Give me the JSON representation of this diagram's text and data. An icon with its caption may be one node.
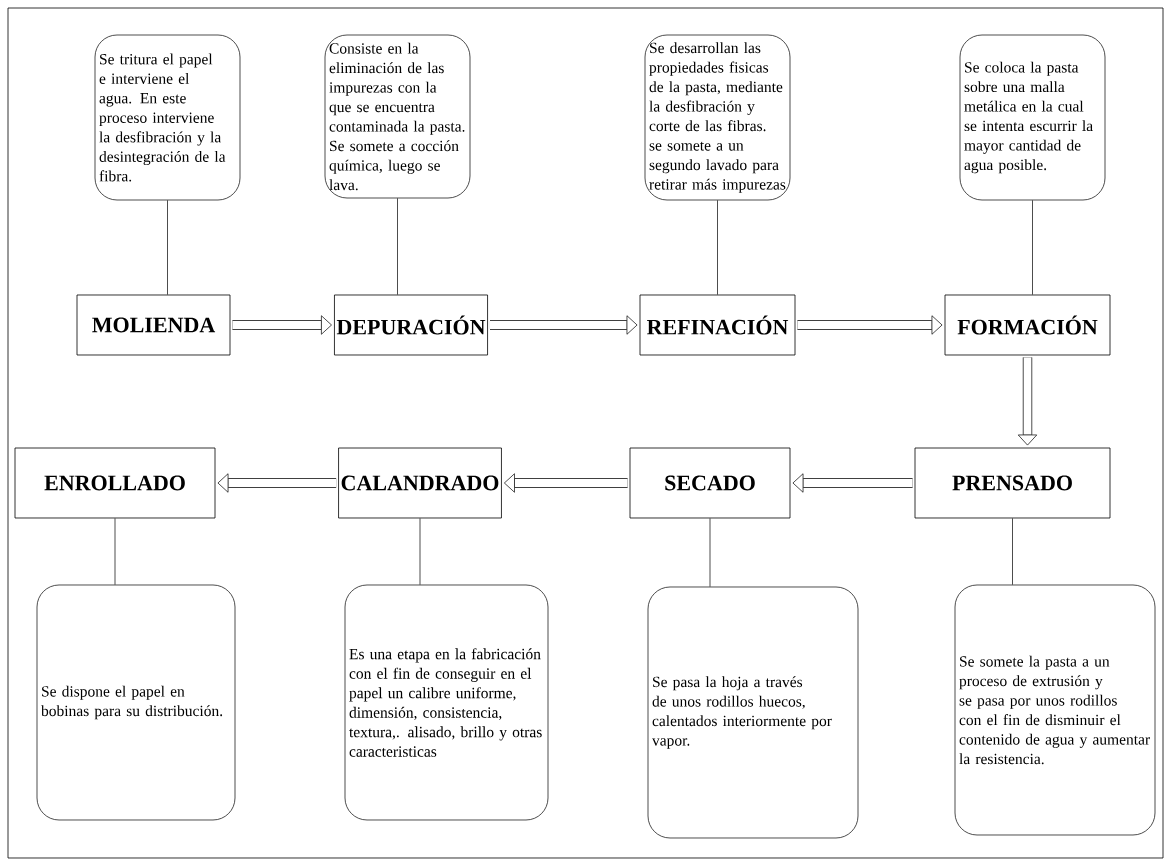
{
  "diagram": {
    "nodes": [
      {
        "text": [
          "Se tritura el papel e interviene el agua. En este proceso interviene la desfibración y la desintegración de la fibra."
        ]
      },
      {
        "text": [
          "Consiste en la eliminación de las impurezas con la que se encuentra contaminada la pasta. Se somete a cocción química, luego se lava."
        ]
      },
      {
        "text": [
          "Se desarrollan las propiedades fisicas de la pasta, mediante la desfibración y corte de las fibras. se somete a un segundo lavado para retirar más impurezas"
        ]
      },
      {
        "text": [
          "Se coloca la pasta sobre una malla metálica en la cual se intenta escurrir la mayor cantidad de agua posible."
        ]
      },
      {
        "text": [
          "MOLIENDA"
        ]
      },
      {
        "text": [
          "DEPURACIÓN"
        ]
      },
      {
        "text": [
          "REFINACIÓN"
        ]
      },
      {
        "text": [
          "FORMACIÓN"
        ]
      },
      {
        "text": [
          "ENROLLADO"
        ]
      },
      {
        "text": [
          "CALANDRADO"
        ]
      },
      {
        "text": [
          "SECADO"
        ]
      },
      {
        "text": [
          "PRENSADO"
        ]
      },
      {
        "text": [
          "Se dispone el papel en bobinas para su distribución."
        ]
      },
      {
        "text": [
          "Es una etapa en la fabricación con el fin de conseguir en el papel un calibre uniforme, dimensión, consistencia, textura,. alisado, brillo y otras caracteristicas"
        ]
      },
      {
        "text": [
          "Se pasa la hoja a través de unos rodillos huecos, calentados interiormente por vapor."
        ]
      },
      {
        "text": [
          "Se somete la pasta a un proceso de extrusión y se pasa por unos rodillos con el fin de disminuir el contenido de agua y aumentar la resistencia."
        ]
      }
    ],
    "edges": [
      {
        "from": 0,
        "to": 4,
        "arrow": "none"
      },
      {
        "from": 1,
        "to": 5,
        "arrow": "none"
      },
      {
        "from": 2,
        "to": 6,
        "arrow": "none"
      },
      {
        "from": 3,
        "to": 7,
        "arrow": "none"
      },
      {
        "from": 4,
        "to": 5,
        "arrow": "to",
        "style": "thick"
      },
      {
        "from": 5,
        "to": 6,
        "arrow": "to",
        "style": "thick"
      },
      {
        "from": 6,
        "to": 7,
        "arrow": "to",
        "style": "thick"
      },
      {
        "from": 7,
        "to": 11,
        "arrow": "to",
        "style": "thick"
      },
      {
        "from": 11,
        "to": 10,
        "arrow": "to",
        "style": "thick"
      },
      {
        "from": 10,
        "to": 9,
        "arrow": "to",
        "style": "thick"
      },
      {
        "from": 9,
        "to": 8,
        "arrow": "to",
        "style": "thick"
      },
      {
        "from": 8,
        "to": 12,
        "arrow": "none"
      },
      {
        "from": 9,
        "to": 13,
        "arrow": "none"
      },
      {
        "from": 10,
        "to": 14,
        "arrow": "none"
      },
      {
        "from": 11,
        "to": 15,
        "arrow": "none"
      }
    ]
  }
}
